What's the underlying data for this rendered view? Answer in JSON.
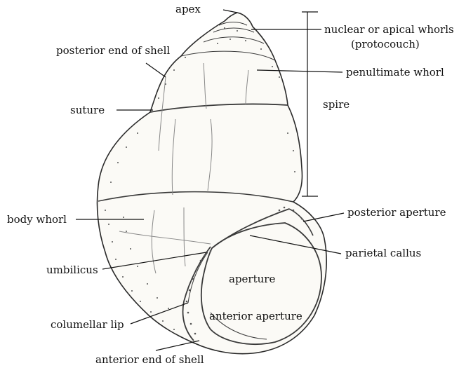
{
  "labels": {
    "apex": "apex",
    "nuclear_line1": "nuclear or apical whorls",
    "nuclear_line2": "(protocouch)",
    "posterior_end": "posterior end of shell",
    "penultimate": "penultimate whorl",
    "suture": "suture",
    "spire": "spire",
    "body_whorl": "body whorl",
    "posterior_aperture": "posterior aperture",
    "parietal_callus": "parietal callus",
    "umbilicus": "umbilicus",
    "aperture": "aperture",
    "columellar_lip": "columellar lip",
    "anterior_aperture": "anterior aperture",
    "anterior_end": "anterior end of shell"
  },
  "colors": {
    "ink": "#111111",
    "shell_fill": "#fbfaf6"
  }
}
